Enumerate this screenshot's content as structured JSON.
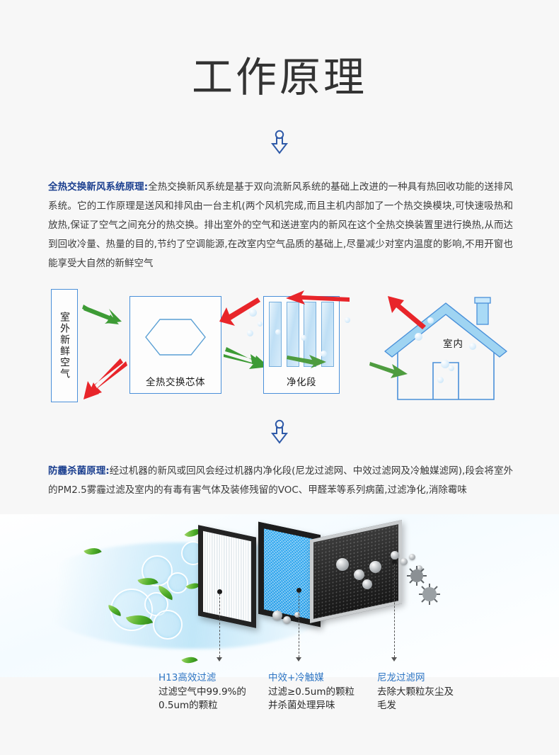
{
  "page": {
    "title": "工作原理",
    "background_color": "#f7f7f7",
    "accent_blue": "#1b3f8f",
    "link_blue": "#2f76c4"
  },
  "separators": [
    {
      "icon": "down-arrow-icon",
      "color": "#2f5aa8"
    },
    {
      "icon": "down-arrow-icon",
      "color": "#2f5aa8"
    }
  ],
  "sections": [
    {
      "lead": "全热交换新风系统原理:",
      "body": "全热交换新风系统是基于双向流新风系统的基础上改进的一种具有热回收功能的送排风系统。它的工作原理是送风和排风由一台主机(两个风机完成,而且主机内部加了一个热交换模块,可快速吸热和放热,保证了空气之间充分的热交换。排出室外的空气和送进室内的新风在这个全热交换装置里进行换热,从而达到回收冷量、热量的目的,节约了空调能源,在改室内空气品质的基础上,尽量减少对室内温度的影响,不用开窗也能享受大自然的新鲜空气"
    },
    {
      "lead": "防霾杀菌原理:",
      "body": "经过机器的新风或回风会经过机器内净化段(尼龙过滤网、中效过滤网及冷触媒滤网),段会将室外的PM2.5雾霾过滤及室内的有毒有害气体及装修残留的VOC、甲醛苯等系列病菌,过滤净化,消除霉味"
    }
  ],
  "diagram": {
    "outdoor_box_label": "室外新鲜空气",
    "core_box_label": "全热交换芯体",
    "purify_box_label": "净化段",
    "house_label": "室内",
    "arrow_colors": {
      "supply": "#3d9b35",
      "exhaust": "#e8252a"
    },
    "box_border_color": "#4a90d9"
  },
  "callouts": [
    {
      "title": "H13高效过滤",
      "description": "过滤空气中99.9%的\n0.5um的颗粒"
    },
    {
      "title": "中效+冷触媒",
      "description": "过滤≥0.5um的颗粒\n并杀菌处理异味"
    },
    {
      "title": "尼龙过滤网",
      "description": "去除大颗粒灰尘及\n毛发"
    }
  ]
}
